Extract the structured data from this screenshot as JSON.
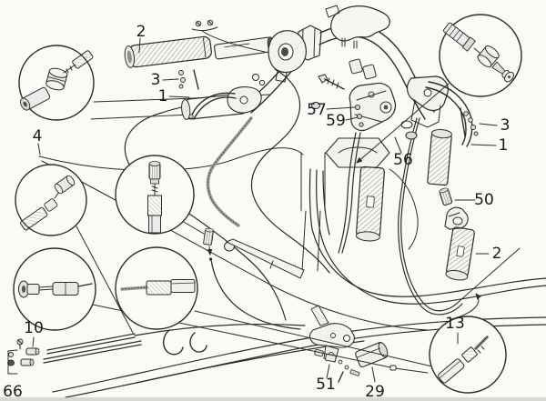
{
  "colors": {
    "background": "#fbfaf7",
    "ink": "#2c2c2c",
    "label": "#1b1b1b",
    "shade": "#f2f2ef"
  },
  "callouts": [
    {
      "ref": "left-grip",
      "label": "2"
    },
    {
      "ref": "left-grip-screws",
      "label": "3"
    },
    {
      "ref": "left-lever",
      "label": "1"
    },
    {
      "ref": "frame-outline",
      "label": "4"
    },
    {
      "ref": "housing-nut-upper",
      "label": "57"
    },
    {
      "ref": "housing-nut-lower",
      "label": "59"
    },
    {
      "ref": "bar-washers",
      "label": "56"
    },
    {
      "ref": "right-grip-screws",
      "label": "3"
    },
    {
      "ref": "right-lever",
      "label": "1"
    },
    {
      "ref": "cable-adjuster",
      "label": "50"
    },
    {
      "ref": "right-grip",
      "label": "2"
    },
    {
      "ref": "cable-nipple",
      "label": "10"
    },
    {
      "ref": "fastener-kit",
      "label": "66"
    },
    {
      "ref": "cable-clamp",
      "label": "51"
    },
    {
      "ref": "cable-sleeve",
      "label": "29"
    },
    {
      "ref": "cable-end",
      "label": "13"
    }
  ]
}
